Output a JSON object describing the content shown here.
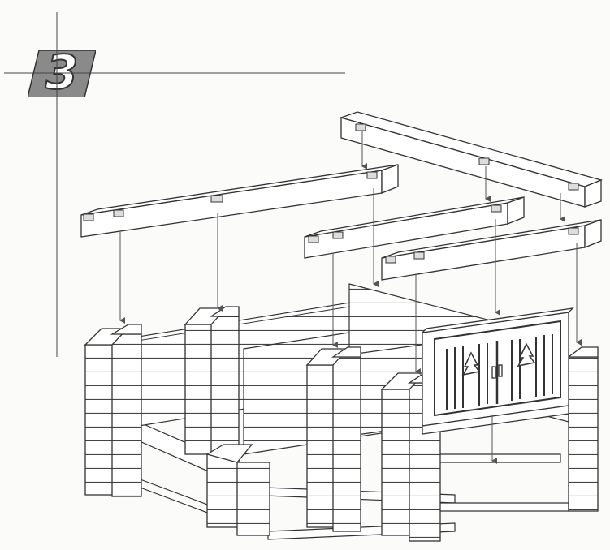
{
  "step": {
    "number": "3",
    "badge_color": "#8a8a8a",
    "ink_color": "#333333"
  },
  "parts": {
    "roof_beams": 4,
    "corner_posts": 6,
    "log_walls": 3,
    "door_panel": 1
  },
  "icons": {
    "door_panel_decoration": "pine-tree-icon",
    "assembly_direction": "down-arrow"
  }
}
